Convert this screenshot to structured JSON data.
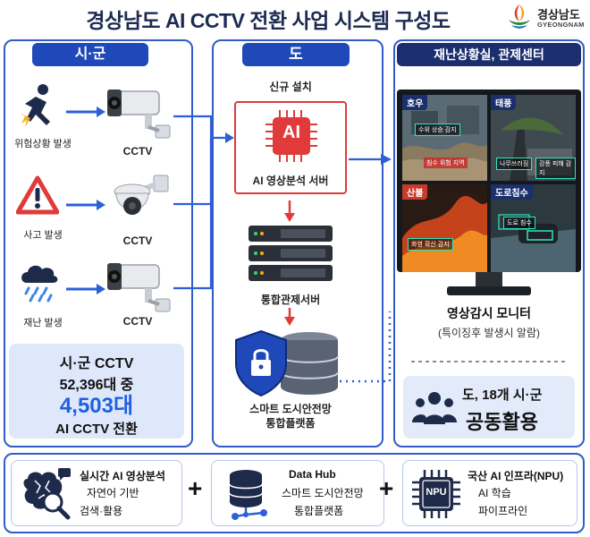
{
  "title": "경상남도 AI CCTV 전환 사업 시스템 구성도",
  "logo": {
    "name": "경상남도",
    "sub": "GYEONGNAM"
  },
  "col_city": {
    "header": "시·군",
    "events": [
      {
        "label": "위험상황 발생",
        "camera": "CCTV"
      },
      {
        "label": "사고 발생",
        "camera": "CCTV"
      },
      {
        "label": "재난 발생",
        "camera": "CCTV"
      }
    ],
    "stats": {
      "line1": "시·군 CCTV",
      "line2": "52,396대 중",
      "highlight": "4,503대",
      "line4": "AI CCTV 전환"
    }
  },
  "col_province": {
    "header": "도",
    "new_install": "신규 설치",
    "ai_chip": "AI",
    "ai_server": "AI 영상분석 서버",
    "integrated_server": "통합관제서버",
    "platform_line1": "스마트 도시안전망",
    "platform_line2": "통합플랫폼"
  },
  "col_center": {
    "header": "재난상황실, 관제센터",
    "tiles": [
      {
        "tag": "호우",
        "notes": [
          "수위 상승 감지",
          "침수 위험 지역"
        ]
      },
      {
        "tag": "태풍",
        "notes": [
          "나무쓰러짐",
          "강풍 피해 감지"
        ]
      },
      {
        "tag": "산불",
        "notes": [
          "화염 확산 감지"
        ]
      },
      {
        "tag": "도로침수",
        "notes": [
          "도로 침수"
        ]
      }
    ],
    "monitor_title": "영상감시 모니터",
    "monitor_sub": "(특이징후 발생시 알람)",
    "share_line1": "도, 18개 시·군",
    "share_line2": "공동활용"
  },
  "bottom": [
    {
      "title": "실시간 AI 영상분석",
      "lines": [
        "자연어 기반",
        "검색·활용"
      ]
    },
    {
      "title": "Data Hub",
      "lines": [
        "스마트 도시안전망",
        "통합플랫폼"
      ]
    },
    {
      "title": "국산 AI 인프라(NPU)",
      "chip": "NPU",
      "lines": [
        "AI 학습",
        "파이프라인"
      ]
    }
  ],
  "plus": "+",
  "colors": {
    "primary": "#1f48b8",
    "accent": "#e03a3a",
    "highlight": "#1f5fe0"
  }
}
